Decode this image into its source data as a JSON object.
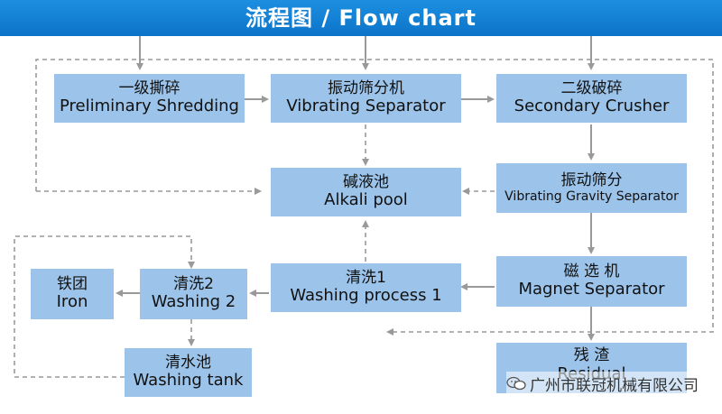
{
  "title": "流程图 / Flow chart",
  "nodes": {
    "preliminary_shredding": {
      "zh": "一级撕碎",
      "en": "Preliminary Shredding"
    },
    "vibrating_separator": {
      "zh": "振动筛分机",
      "en": "Vibrating Separator"
    },
    "secondary_crusher": {
      "zh": "二级破碎",
      "en": "Secondary Crusher"
    },
    "alkali_pool": {
      "zh": "碱液池",
      "en": "Alkali pool"
    },
    "vibrating_gravity_separator": {
      "zh": "振动筛分",
      "en": "Vibrating Gravity Separator"
    },
    "iron": {
      "zh": "铁团",
      "en": "Iron"
    },
    "washing_2": {
      "zh": "清洗2",
      "en": "Washing 2"
    },
    "washing_process_1": {
      "zh": "清洗1",
      "en": "Washing process 1"
    },
    "magnet_separator": {
      "zh": "磁 选 机",
      "en": "Magnet Separator"
    },
    "washing_tank": {
      "zh": "清水池",
      "en": "Washing tank"
    },
    "residue": {
      "zh": "残 渣",
      "en": "Residual"
    }
  },
  "watermark": "广州市联冠机械有限公司",
  "colors": {
    "banner": "#0b74c9",
    "box": "#9cc3e9",
    "line": "#999999"
  }
}
